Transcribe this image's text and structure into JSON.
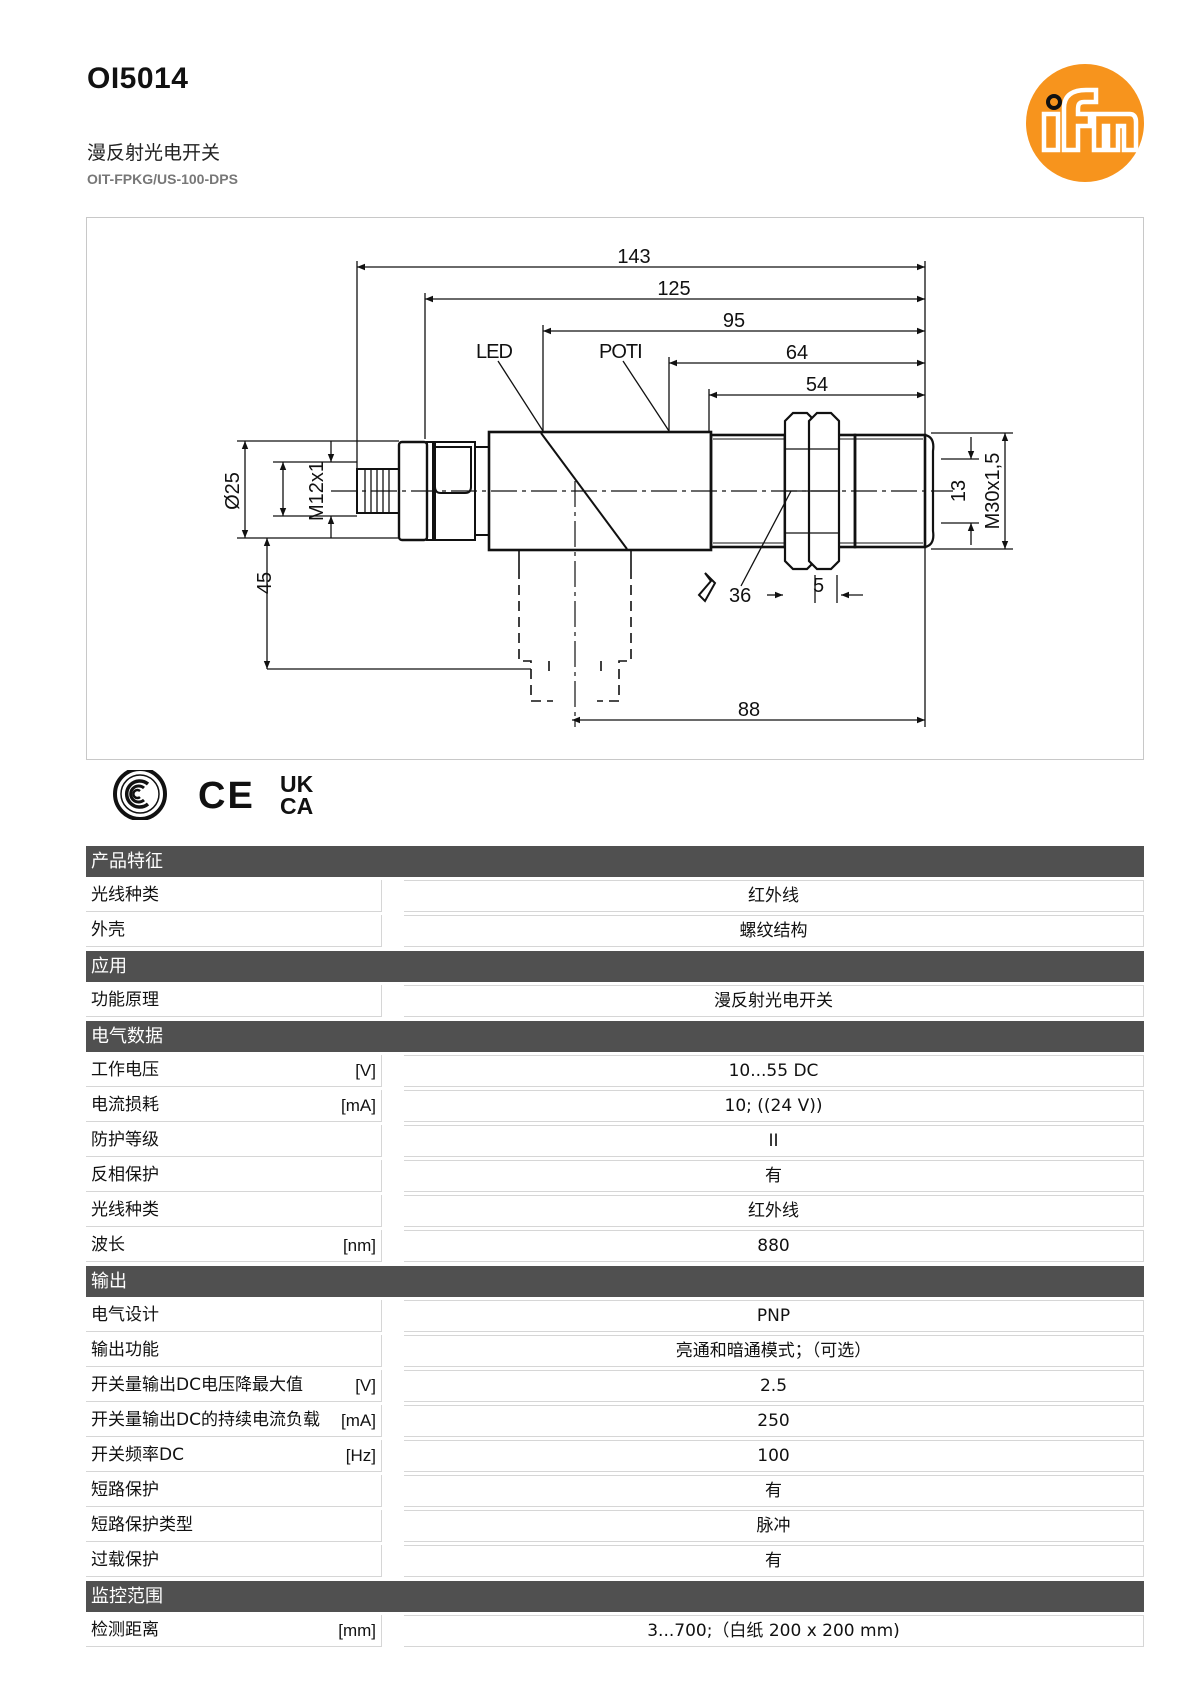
{
  "header": {
    "title": "OI5014",
    "subtitle": "漫反射光电开关",
    "code": "OIT-FPKG/US-100-DPS"
  },
  "colors": {
    "logo_orange": "#f7941d",
    "section_bg": "#505050"
  },
  "drawing": {
    "dim_143": "143",
    "dim_125": "125",
    "dim_95": "95",
    "dim_64": "64",
    "dim_54": "54",
    "dim_88": "88",
    "dim_45": "45",
    "dim_36": "36",
    "dim_5": "5",
    "dim_13": "13",
    "dia_25": "Ø25",
    "m12": "M12x1",
    "m30": "M30x1,5",
    "led": "LED",
    "poti": "POTI"
  },
  "certs": {
    "ce": "CE",
    "ukca_top": "UK",
    "ukca_bottom": "CA"
  },
  "sections": [
    {
      "title": "产品特征",
      "rows": [
        {
          "label": "光线种类",
          "unit": "",
          "value": "红外线"
        },
        {
          "label": "外壳",
          "unit": "",
          "value": "螺纹结构"
        }
      ]
    },
    {
      "title": "应用",
      "rows": [
        {
          "label": "功能原理",
          "unit": "",
          "value": "漫反射光电开关"
        }
      ]
    },
    {
      "title": "电气数据",
      "rows": [
        {
          "label": "工作电压",
          "unit": "[V]",
          "value": "10...55 DC"
        },
        {
          "label": "电流损耗",
          "unit": "[mA]",
          "value": "10;  ((24 V))"
        },
        {
          "label": "防护等级",
          "unit": "",
          "value": "II"
        },
        {
          "label": "反相保护",
          "unit": "",
          "value": "有"
        },
        {
          "label": "光线种类",
          "unit": "",
          "value": "红外线"
        },
        {
          "label": "波长",
          "unit": "[nm]",
          "value": "880"
        }
      ]
    },
    {
      "title": "输出",
      "rows": [
        {
          "label": "电气设计",
          "unit": "",
          "value": "PNP"
        },
        {
          "label": "输出功能",
          "unit": "",
          "value": "亮通和暗通模式；（可选）"
        },
        {
          "label": "开关量输出DC电压降最大值",
          "unit": "[V]",
          "value": "2.5"
        },
        {
          "label": "开关量输出DC的持续电流负载",
          "unit": "[mA]",
          "value": "250"
        },
        {
          "label": "开关频率DC",
          "unit": "[Hz]",
          "value": "100"
        },
        {
          "label": "短路保护",
          "unit": "",
          "value": "有"
        },
        {
          "label": "短路保护类型",
          "unit": "",
          "value": "脉冲"
        },
        {
          "label": "过载保护",
          "unit": "",
          "value": "有"
        }
      ]
    },
    {
      "title": "监控范围",
      "rows": [
        {
          "label": "检测距离",
          "unit": "[mm]",
          "value": "3...700;（白纸 200 x 200 mm)"
        }
      ]
    }
  ]
}
